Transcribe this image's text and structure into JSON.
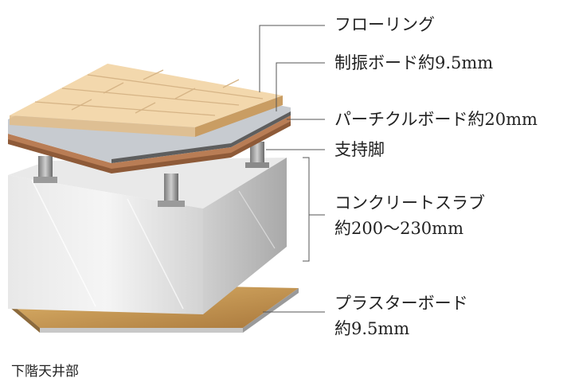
{
  "labels": {
    "flooring": "フローリング",
    "damping_board": "制振ボード約9.5mm",
    "particle_board": "パーチクルボード約20mm",
    "support_leg": "支持脚",
    "slab_line1": "コンクリートスラブ",
    "slab_line2": "約200〜230mm",
    "plaster_line1": "プラスターボード",
    "plaster_line2": "約9.5mm"
  },
  "bottom_note": "下階天井部",
  "colors": {
    "flooring_top": "#f3d8ad",
    "flooring_plank_edge": "#d9b98a",
    "damping_board": "#c7cbd0",
    "particle_board": "#b97d55",
    "concrete": "#d8d8d8",
    "plaster_top": "#c79a55",
    "leader_line": "#555555"
  }
}
